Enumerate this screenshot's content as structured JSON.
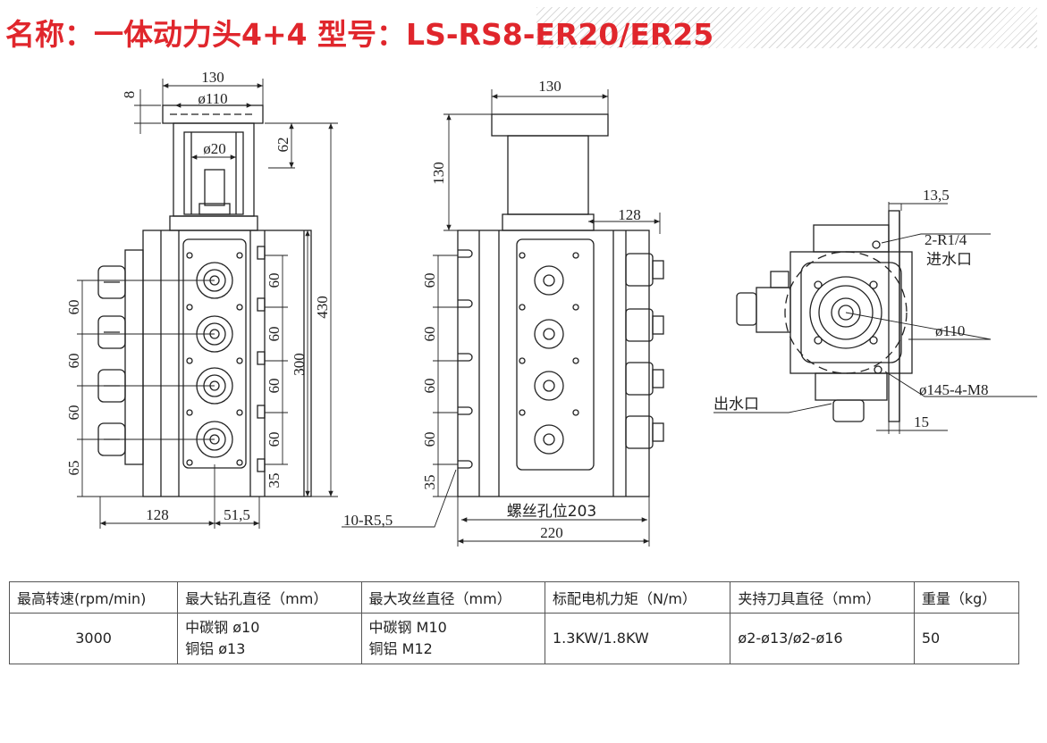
{
  "header": {
    "title": "名称：一体动力头4+4  型号：LS-RS8-ER20/ER25"
  },
  "front_view": {
    "dims": {
      "top_width": "130",
      "flange_dia": "ø110",
      "flange_thk": "8",
      "shaft_dia": "ø20",
      "shaft_len": "62",
      "total_height": "430",
      "body_height": "300",
      "pitch": [
        "60",
        "60",
        "60",
        "60"
      ],
      "bottom_offset": "35",
      "left_pitch": [
        "60",
        "60",
        "60",
        "65"
      ],
      "bottom_width": "128",
      "bottom_offset_w": "51,5"
    }
  },
  "side_view": {
    "dims": {
      "top_width": "130",
      "upper_height": "130",
      "mid_width": "128",
      "pitch": [
        "60",
        "60",
        "60",
        "60"
      ],
      "bottom_offset": "35",
      "slot_note": "10-R5,5",
      "screw_pitch": "螺丝孔位203",
      "base_width": "220"
    }
  },
  "top_view": {
    "dims": {
      "offset_top": "13,5",
      "inlet": "2-R1/4",
      "inlet_label": "进水口",
      "bore_dia": "ø110",
      "bolt_circle": "ø145-4-M8",
      "outlet_label": "出水口",
      "offset_bottom": "15"
    }
  },
  "table": {
    "headers": [
      "最高转速(rpm/min)",
      "最大钻孔直径（mm）",
      "最大攻丝直径（mm）",
      "标配电机力矩（N/m）",
      "夹持刀具直径（mm）",
      "重量（kg）"
    ],
    "row": {
      "speed": "3000",
      "drill_line1": "中碳钢 ø10",
      "drill_line2": "铜铝 ø13",
      "tap_line1": "中碳钢 M10",
      "tap_line2": "铜铝 M12",
      "torque": "1.3KW/1.8KW",
      "tool": "ø2-ø13/ø2-ø16",
      "weight": "50"
    }
  }
}
